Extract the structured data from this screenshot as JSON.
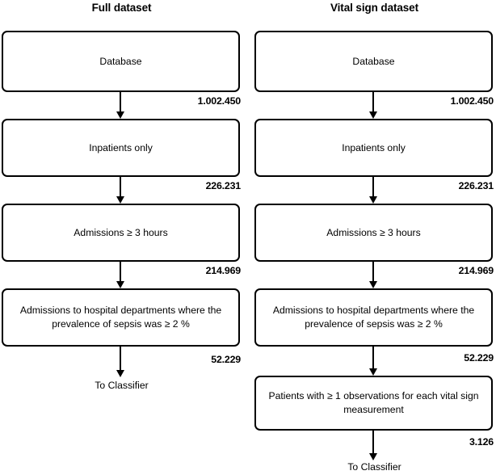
{
  "diagram": {
    "type": "flowchart",
    "orientation": "two-column-vertical",
    "columns": [
      {
        "id": "full-dataset",
        "title": "Full dataset",
        "nodes": [
          {
            "id": "database",
            "label": "Database"
          },
          {
            "id": "inpatients-only",
            "label": "Inpatients only"
          },
          {
            "id": "admissions-3-hours",
            "label": "Admissions ≥ 3 hours"
          },
          {
            "id": "admissions-sepsis-prevalence",
            "label": "Admissions to hospital departments where the prevalence of sepsis was ≥ 2 %"
          }
        ],
        "edge_counts": [
          "1.002.450",
          "226.231",
          "214.969",
          "52.229"
        ],
        "terminal": "To Classifier"
      },
      {
        "id": "vital-sign-dataset",
        "title": "Vital sign dataset",
        "nodes": [
          {
            "id": "database",
            "label": "Database"
          },
          {
            "id": "inpatients-only",
            "label": "Inpatients only"
          },
          {
            "id": "admissions-3-hours",
            "label": "Admissions ≥ 3 hours"
          },
          {
            "id": "admissions-sepsis-prevalence",
            "label": "Admissions to hospital departments where the prevalence of sepsis was ≥ 2 %"
          },
          {
            "id": "patients-vital-observations",
            "label": "Patients with ≥ 1 observations for each vital sign measurement"
          }
        ],
        "edge_counts": [
          "1.002.450",
          "226.231",
          "214.969",
          "52.229",
          "3.126"
        ],
        "terminal": "To Classifier"
      }
    ],
    "colors": {
      "stroke": "#000000",
      "fill": "#ffffff",
      "text": "#000000"
    }
  }
}
